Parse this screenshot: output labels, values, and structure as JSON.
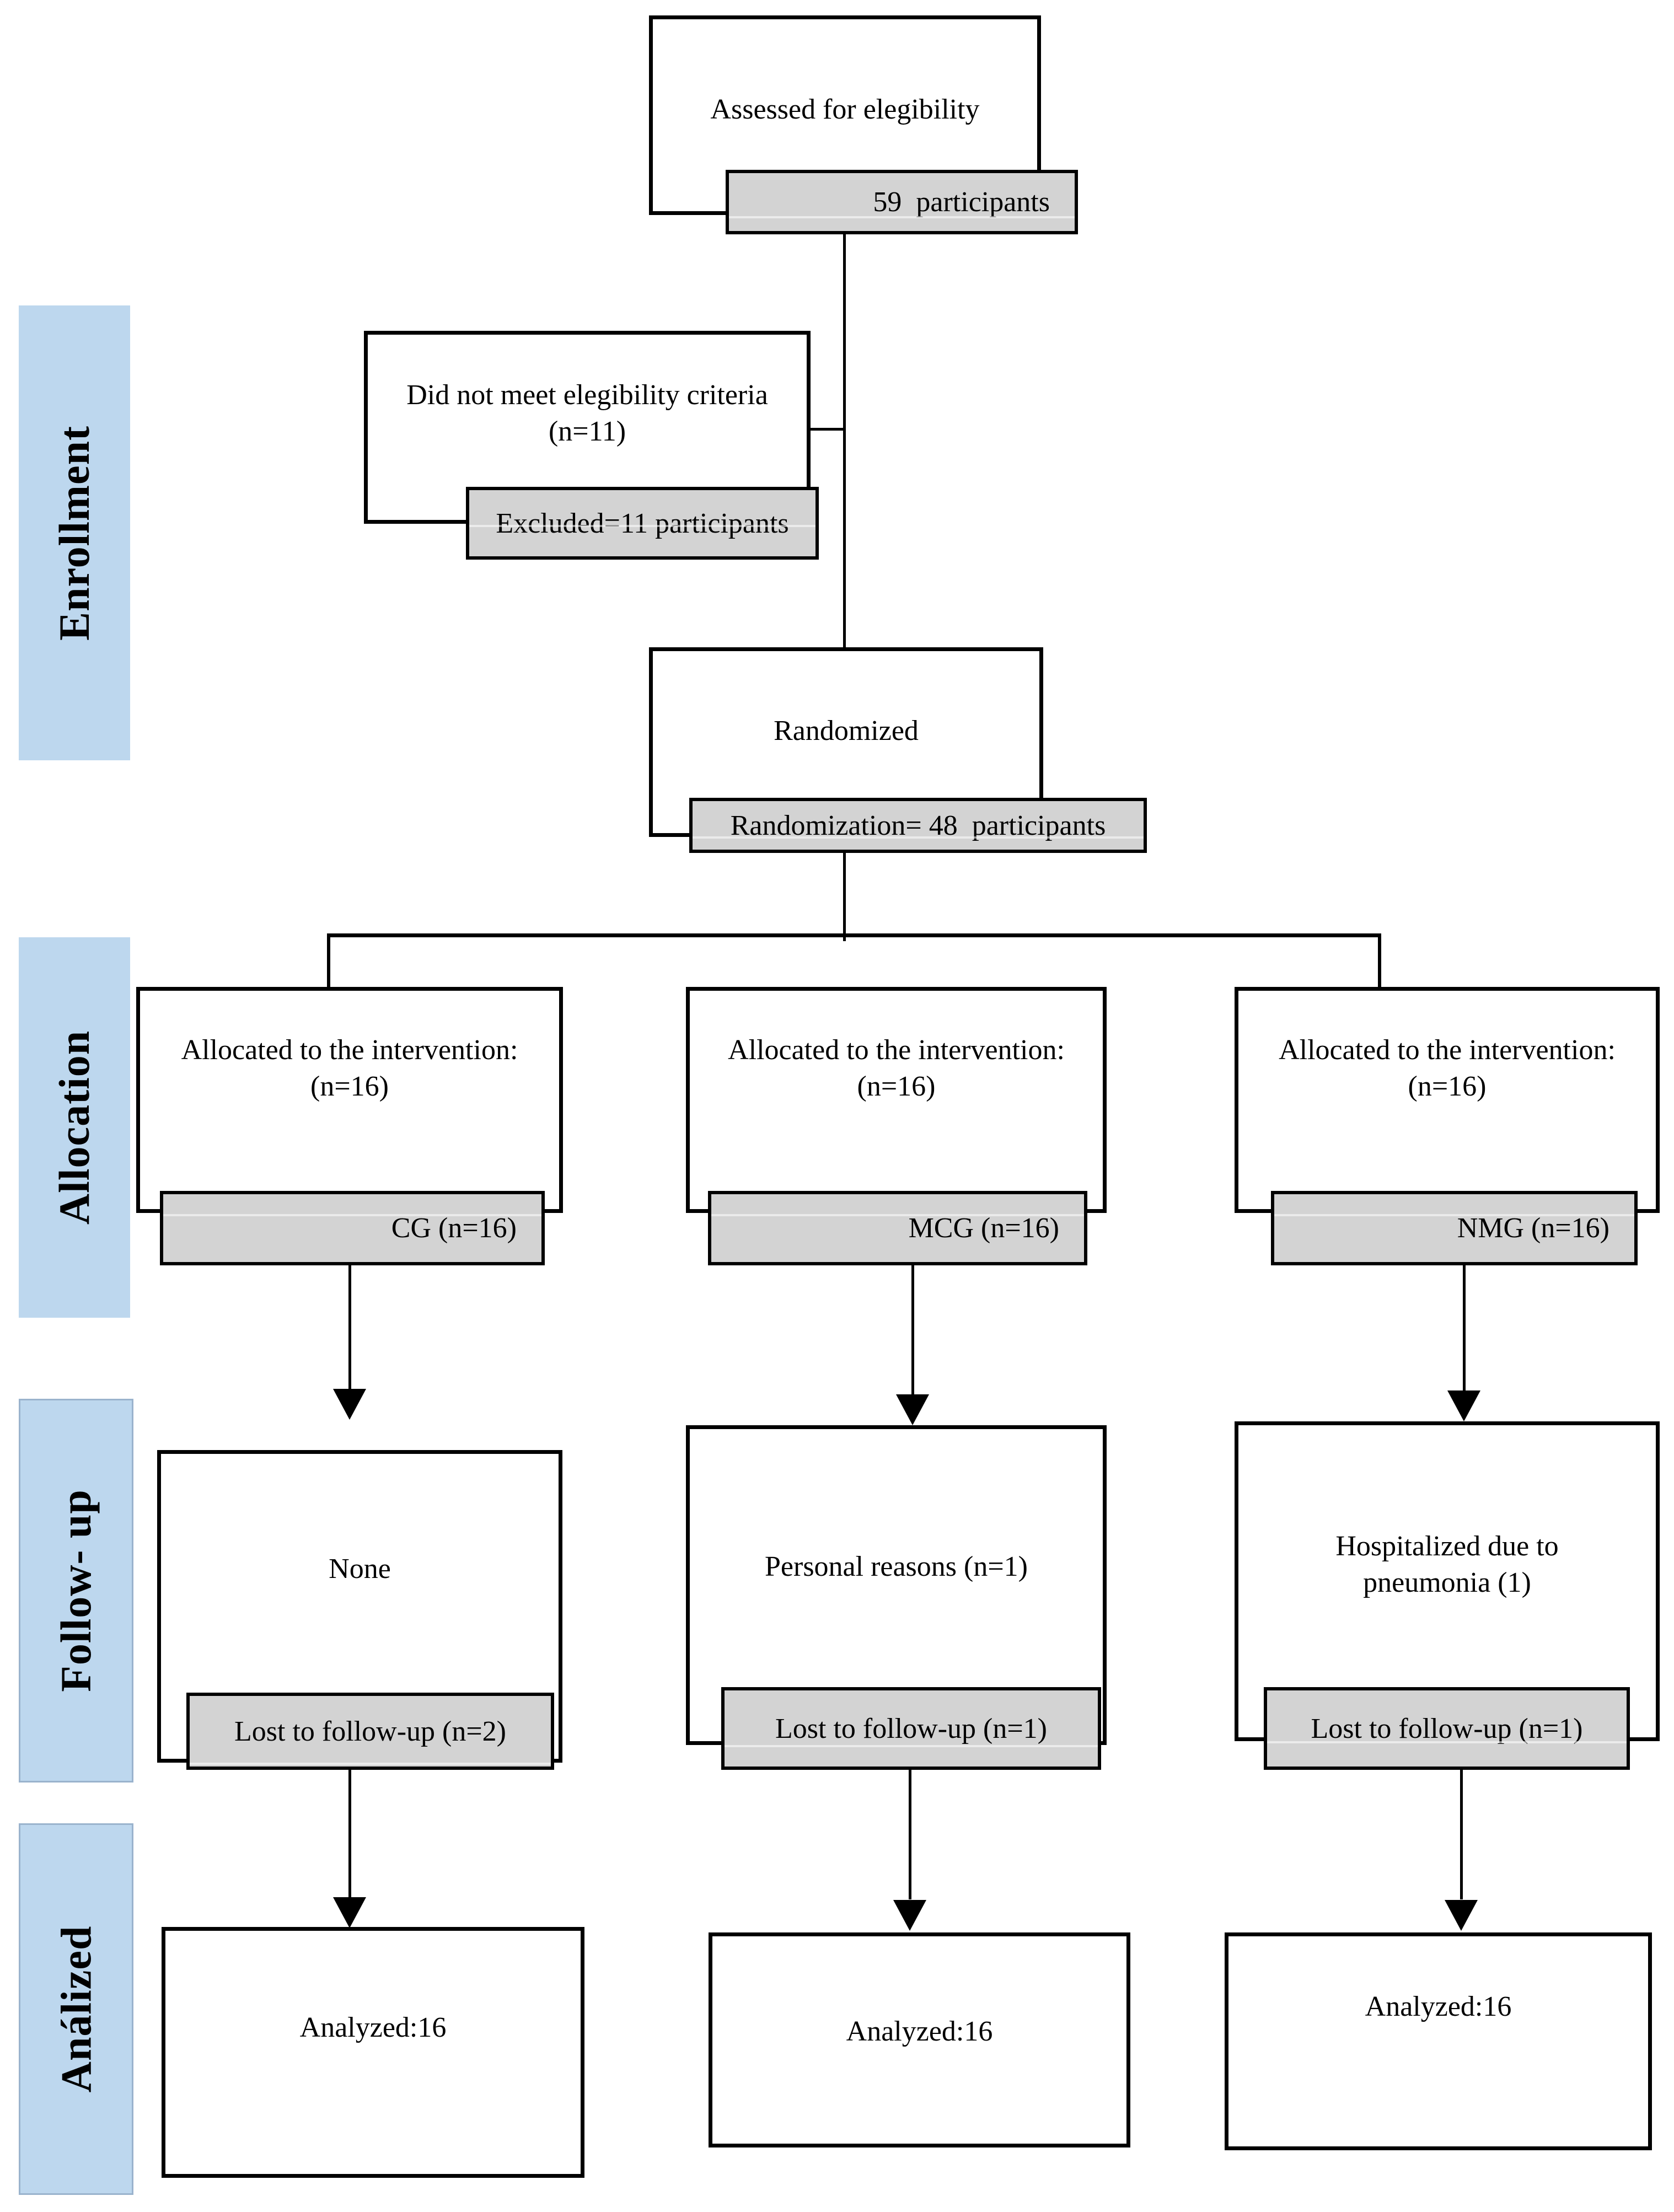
{
  "colors": {
    "band_blue": "#bdd7ee",
    "tab_gray": "#d3d3d3",
    "line_black": "#000000"
  },
  "sidebar": {
    "bands": [
      {
        "label": "Enrollment"
      },
      {
        "label": "Allocation"
      },
      {
        "label": "Follow- up"
      },
      {
        "label": "Análized"
      }
    ]
  },
  "enrollment": {
    "assessed_label": "Assessed for elegibility",
    "assessed_tab": "59  participants",
    "excluded_line1": "Did not meet elegibility criteria",
    "excluded_line2": "(n=11)",
    "excluded_tab": "Excluded=11 participants",
    "randomized_label": "Randomized",
    "randomized_tab": "Randomization= 48  participants"
  },
  "allocation": {
    "groups": [
      {
        "line1": "Allocated to the intervention:",
        "line2": "(n=16)",
        "tab": "CG (n=16)"
      },
      {
        "line1": "Allocated to the intervention:",
        "line2": "(n=16)",
        "tab": "MCG (n=16)"
      },
      {
        "line1": "Allocated to the intervention:",
        "line2": "(n=16)",
        "tab": "NMG (n=16)"
      }
    ]
  },
  "followup": {
    "groups": [
      {
        "reason_lines": [
          "None"
        ],
        "tab": "Lost to follow-up (n=2)"
      },
      {
        "reason_lines": [
          "Personal reasons (n=1)"
        ],
        "tab": "Lost to follow-up (n=1)"
      },
      {
        "reason_lines": [
          "Hospitalized due to",
          "pneumonia (1)"
        ],
        "tab": "Lost to follow-up (n=1)"
      }
    ]
  },
  "analyzed": {
    "groups": [
      {
        "label": "Analyzed:16"
      },
      {
        "label": "Analyzed:16"
      },
      {
        "label": "Analyzed:16"
      }
    ]
  }
}
